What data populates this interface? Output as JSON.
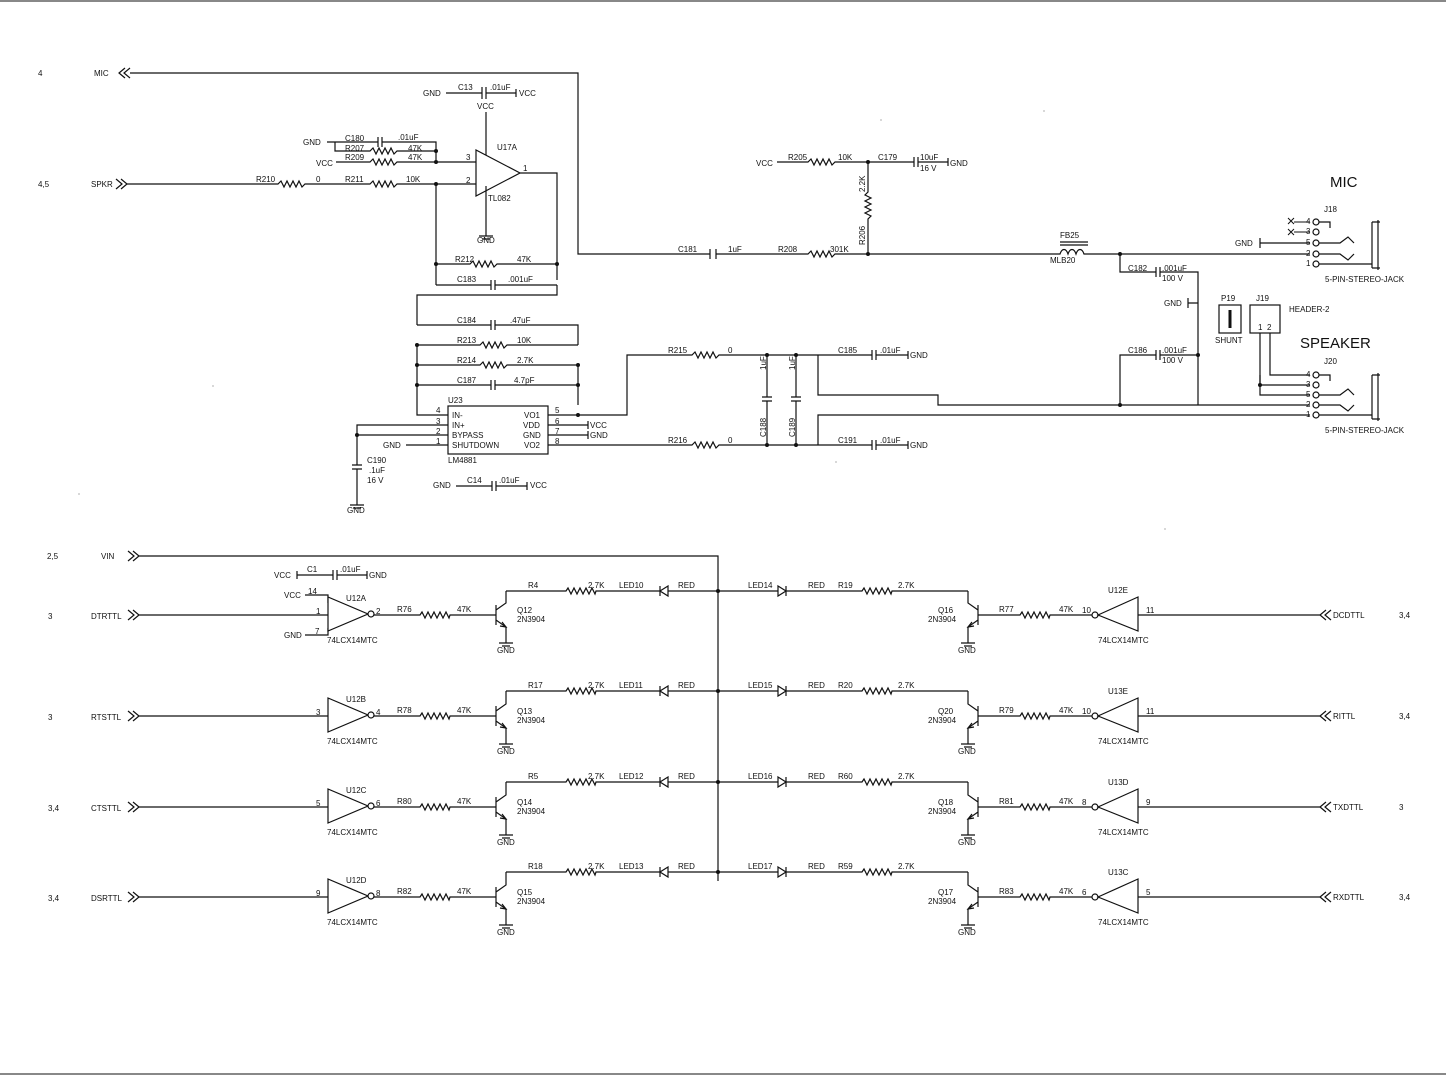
{
  "labels": {
    "mic": "MIC",
    "speaker": "SPEAKER",
    "spkr": "SPKR",
    "vin": "VIN",
    "jack": "5-PIN-STEREO-JACK",
    "header2": "HEADER-2",
    "shunt": "SHUNT"
  },
  "page_refs": {
    "mic": "4",
    "spkr": "4,5",
    "vin": "2,5",
    "dtrttl": "3",
    "rtsttl": "3",
    "ctsttl": "3,4",
    "dsrttl": "3,4",
    "dcdttl": "3,4",
    "rittl": "3,4",
    "txdttl": "3",
    "rxdttl": "3,4"
  },
  "nets": {
    "gnd": "GND",
    "vcc": "VCC",
    "dtrttl": "DTRTTL",
    "rtsttl": "RTSTTL",
    "ctsttl": "CTSTTL",
    "dsrttl": "DSRTTL",
    "dcdttl": "DCDTTL",
    "rittl": "RITTL",
    "txdttl": "TXDTTL",
    "rxdttl": "RXDTTL"
  },
  "parts": {
    "c13": "C13",
    "c13v": ".01uF",
    "c180": "C180",
    "c180v": ".01uF",
    "r207": "R207",
    "r207v": "47K",
    "r209": "R209",
    "r209v": "47K",
    "r210": "R210",
    "r210v": "0",
    "r211": "R211",
    "r211v": "10K",
    "u17a": "U17A",
    "tl082": "TL082",
    "r212": "R212",
    "r212v": "47K",
    "c183": "C183",
    "c183v": ".001uF",
    "c184": "C184",
    "c184v": ".47uF",
    "r213": "R213",
    "r213v": "10K",
    "r214": "R214",
    "r214v": "2.7K",
    "c187": "C187",
    "c187v": "4.7pF",
    "u23": "U23",
    "lm4881": "LM4881",
    "c190": "C190",
    "c190v": ".1uF",
    "c190r": "16 V",
    "c14": "C14",
    "c14v": ".01uF",
    "r205": "R205",
    "r205v": "10K",
    "c179": "C179",
    "c179v": "10uF",
    "c179r": "16 V",
    "r206": "R206",
    "r206v": "2.2K",
    "c181": "C181",
    "c181v": "1uF",
    "r208": "R208",
    "r208v": "301K",
    "fb25": "FB25",
    "mlb20": "MLB20",
    "c182": "C182",
    "c182v": ".001uF",
    "c182r": "100 V",
    "j18": "J18",
    "j19": "J19",
    "j20": "J20",
    "p19": "P19",
    "c186": "C186",
    "c186v": ".001uF",
    "c186r": "100 V",
    "r215": "R215",
    "r215v": "0",
    "r216": "R216",
    "r216v": "0",
    "c185": "C185",
    "c185v": ".01uF",
    "c191": "C191",
    "c191v": ".01uF",
    "c188": "C188",
    "c189": "C189",
    "c188v": "1uF",
    "c189v": "1uF",
    "c1": "C1",
    "c1v": ".01uF",
    "part74": "74LCX14MTC",
    "n2n3904": "2N3904",
    "r27k": "2.7K",
    "r47k": "47K",
    "red": "RED"
  },
  "u23_pins": [
    "IN-",
    "IN+",
    "BYPASS",
    "SHUTDOWN",
    "VO1",
    "VDD",
    "GND",
    "VO2"
  ],
  "u23_pin_nums": [
    "4",
    "3",
    "2",
    "1",
    "5",
    "6",
    "7",
    "8"
  ],
  "left_rows": [
    {
      "u": "U12A",
      "pin_in": "1",
      "pin_out": "2",
      "r": "R76",
      "q": "Q12",
      "rled": "R4",
      "led": "LED10"
    },
    {
      "u": "U12B",
      "pin_in": "3",
      "pin_out": "4",
      "r": "R78",
      "q": "Q13",
      "rled": "R17",
      "led": "LED11"
    },
    {
      "u": "U12C",
      "pin_in": "5",
      "pin_out": "6",
      "r": "R80",
      "q": "Q14",
      "rled": "R5",
      "led": "LED12"
    },
    {
      "u": "U12D",
      "pin_in": "9",
      "pin_out": "8",
      "r": "R82",
      "q": "Q15",
      "rled": "R18",
      "led": "LED13"
    }
  ],
  "right_rows": [
    {
      "u": "U12E",
      "pin_in": "11",
      "pin_out": "10",
      "r": "R77",
      "q": "Q16",
      "rled": "R19",
      "led": "LED14"
    },
    {
      "u": "U13E",
      "pin_in": "11",
      "pin_out": "10",
      "r": "R79",
      "q": "Q20",
      "rled": "R20",
      "led": "LED15"
    },
    {
      "u": "U13D",
      "pin_in": "9",
      "pin_out": "8",
      "r": "R81",
      "q": "Q18",
      "rled": "R60",
      "led": "LED16"
    },
    {
      "u": "U13C",
      "pin_in": "5",
      "pin_out": "6",
      "r": "R83",
      "q": "Q17",
      "rled": "R59",
      "led": "LED17"
    }
  ],
  "u12a_pins": {
    "vcc": "14",
    "gnd": "7"
  }
}
